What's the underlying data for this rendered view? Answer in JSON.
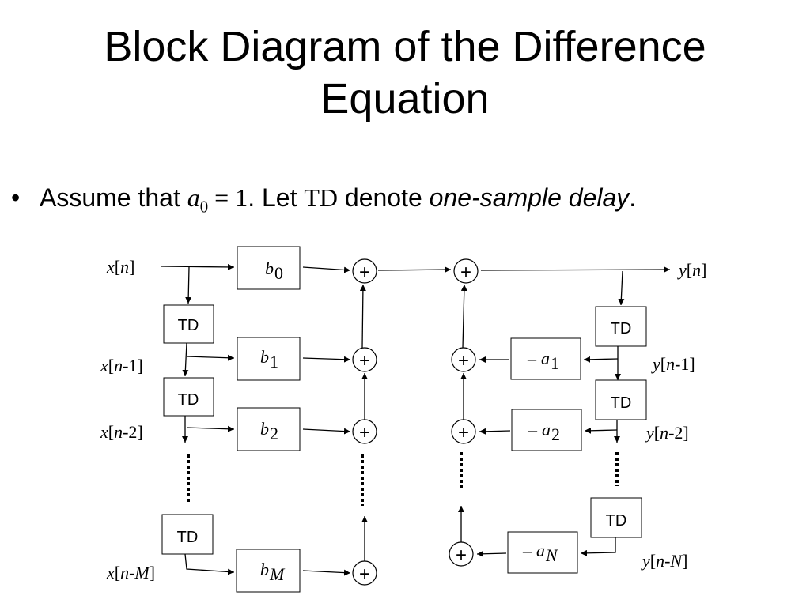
{
  "title": {
    "line1": "Block Diagram of the Difference",
    "line2": "Equation"
  },
  "bullet": {
    "symbol": "•",
    "prefix": "Assume that ",
    "a0_var": "a",
    "a0_sub": "0",
    "a0_eq": " = 1",
    "mid": ". Let ",
    "td": "TD",
    "denote": " denote ",
    "emph": "one-sample delay",
    "end": "."
  },
  "diagram": {
    "td_label": "TD",
    "plus_symbol": "+",
    "minus_symbol": "–",
    "signals_left": {
      "xn": "x[n]",
      "xn1": "x[n-1]",
      "xn2": "x[n-2]",
      "xnM": "x[n-M]"
    },
    "signals_right": {
      "yn": "y[n]",
      "yn1": "y[n-1]",
      "yn2": "y[n-2]",
      "ynN": "y[n-N]"
    },
    "coefficients_b": [
      {
        "var": "b",
        "sub": "0"
      },
      {
        "var": "b",
        "sub": "1"
      },
      {
        "var": "b",
        "sub": "2"
      },
      {
        "var": "b",
        "sub": "M"
      }
    ],
    "coefficients_a": [
      {
        "var": "a",
        "sub": "1"
      },
      {
        "var": "a",
        "sub": "2"
      },
      {
        "var": "a",
        "sub": "N"
      }
    ]
  }
}
